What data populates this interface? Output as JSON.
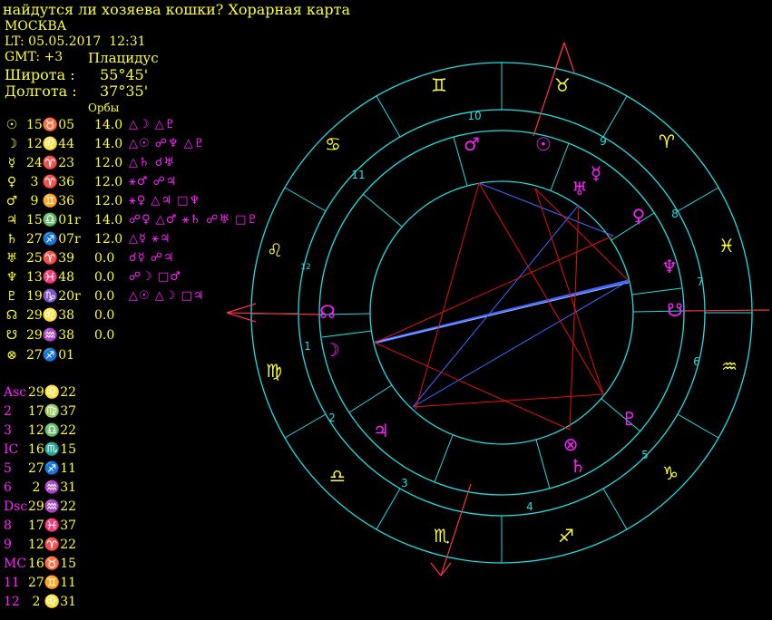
{
  "title": "найдутся ли хозяева кошки? Хорарная карта",
  "city": "МОСКВА",
  "lt": "LT: 05.05.2017  12:31",
  "gmt": "GMT: +3",
  "house_system": "Плацидус",
  "latitude_label": "Широта :",
  "latitude_value": "55°45'",
  "longitude_label": "Долгота :",
  "longitude_value": "37°35'",
  "orbs_header": "Орбы",
  "planets": [
    {
      "glyph": "☉",
      "pos": "15♉05",
      "orb": "14.0",
      "aspects": "△☽ △♇"
    },
    {
      "glyph": "☽",
      "pos": "12♌44",
      "orb": "14.0",
      "aspects": "△☉ ☍♆ △♇"
    },
    {
      "glyph": "☿",
      "pos": "24♈23",
      "orb": "12.0",
      "aspects": "△♄ ☌♅"
    },
    {
      "glyph": "♀",
      "pos": " 3 ♈36",
      "orb": "12.0",
      "aspects": "⚹♂ ☍♃"
    },
    {
      "glyph": "♂",
      "pos": " 9 ♊36",
      "orb": "12.0",
      "aspects": "⚹♀ △♃ □♆"
    },
    {
      "glyph": "♃",
      "pos": "15♎01r",
      "orb": "14.0",
      "aspects": "☍♀ △♂ ⚹♄ ☍♅ □♇"
    },
    {
      "glyph": "♄",
      "pos": "27♐07r",
      "orb": "12.0",
      "aspects": "△☿ ⚹♃"
    },
    {
      "glyph": "♅",
      "pos": "25♈39",
      "orb": "0.0",
      "aspects": "☌☿ ☍♃"
    },
    {
      "glyph": "♆",
      "pos": "13♓48",
      "orb": "0.0",
      "aspects": "☍☽ □♂"
    },
    {
      "glyph": "♇",
      "pos": "19♑20r",
      "orb": "0.0",
      "aspects": "△☉ △☽ □♃"
    },
    {
      "glyph": "☊",
      "pos": "29♌38",
      "orb": "0.0",
      "aspects": ""
    },
    {
      "glyph": "☋",
      "pos": "29♒38",
      "orb": "0.0",
      "aspects": ""
    },
    {
      "glyph": "⊗",
      "pos": "27♐01",
      "orb": "",
      "aspects": ""
    }
  ],
  "houses": [
    {
      "label": "Asc",
      "pos": "29♌22"
    },
    {
      "label": "2",
      "pos": "17♍37"
    },
    {
      "label": "3",
      "pos": "12♎22"
    },
    {
      "label": "IC",
      "pos": "16♏15"
    },
    {
      "label": "5",
      "pos": "27♐11"
    },
    {
      "label": "6",
      "pos": " 2 ♒31"
    },
    {
      "label": "Dsc",
      "pos": "29♒22"
    },
    {
      "label": "8",
      "pos": "17♓37"
    },
    {
      "label": "9",
      "pos": "12♈22"
    },
    {
      "label": "MC",
      "pos": "16♉15"
    },
    {
      "label": "11",
      "pos": "27♊11"
    },
    {
      "label": "12",
      "pos": " 2 ♌31"
    }
  ],
  "wheel": {
    "colors": {
      "ring": "#22dddd",
      "red_axis": "#ff3344",
      "blue_line": "#4466ff",
      "red_line": "#dd1111",
      "yellow": "#ffff33",
      "magenta": "#ff22ff"
    },
    "zodiac_glyphs": [
      {
        "glyph": "♋",
        "name": "cancer"
      },
      {
        "glyph": "♊",
        "name": "gemini"
      },
      {
        "glyph": "♉",
        "name": "taurus"
      },
      {
        "glyph": "♈",
        "name": "aries"
      },
      {
        "glyph": "♓",
        "name": "pisces"
      },
      {
        "glyph": "♒",
        "name": "aquarius"
      },
      {
        "glyph": "♑",
        "name": "capricorn"
      },
      {
        "glyph": "♐",
        "name": "sagittarius"
      },
      {
        "glyph": "♏",
        "name": "scorpio"
      },
      {
        "glyph": "♎",
        "name": "libra"
      },
      {
        "glyph": "♍",
        "name": "virgo"
      },
      {
        "glyph": "♌",
        "name": "leo"
      }
    ],
    "house_numbers": [
      "1",
      "2",
      "3",
      "4",
      "5",
      "6",
      "7",
      "8",
      "9",
      "10",
      "11",
      "12"
    ],
    "chart_planets": [
      {
        "glyph": "♂",
        "name": "mars"
      },
      {
        "glyph": "☉",
        "name": "sun"
      },
      {
        "glyph": "☿",
        "name": "mercury"
      },
      {
        "glyph": "♅",
        "name": "uranus"
      },
      {
        "glyph": "♀",
        "name": "venus"
      },
      {
        "glyph": "♆",
        "name": "neptune"
      },
      {
        "glyph": "☋",
        "name": "south-node"
      },
      {
        "glyph": "♇",
        "name": "pluto"
      },
      {
        "glyph": "⊗",
        "name": "part-of-fortune"
      },
      {
        "glyph": "♄",
        "name": "saturn"
      },
      {
        "glyph": "♃",
        "name": "jupiter"
      },
      {
        "glyph": "☽",
        "name": "moon"
      },
      {
        "glyph": "☊",
        "name": "north-node"
      }
    ]
  }
}
